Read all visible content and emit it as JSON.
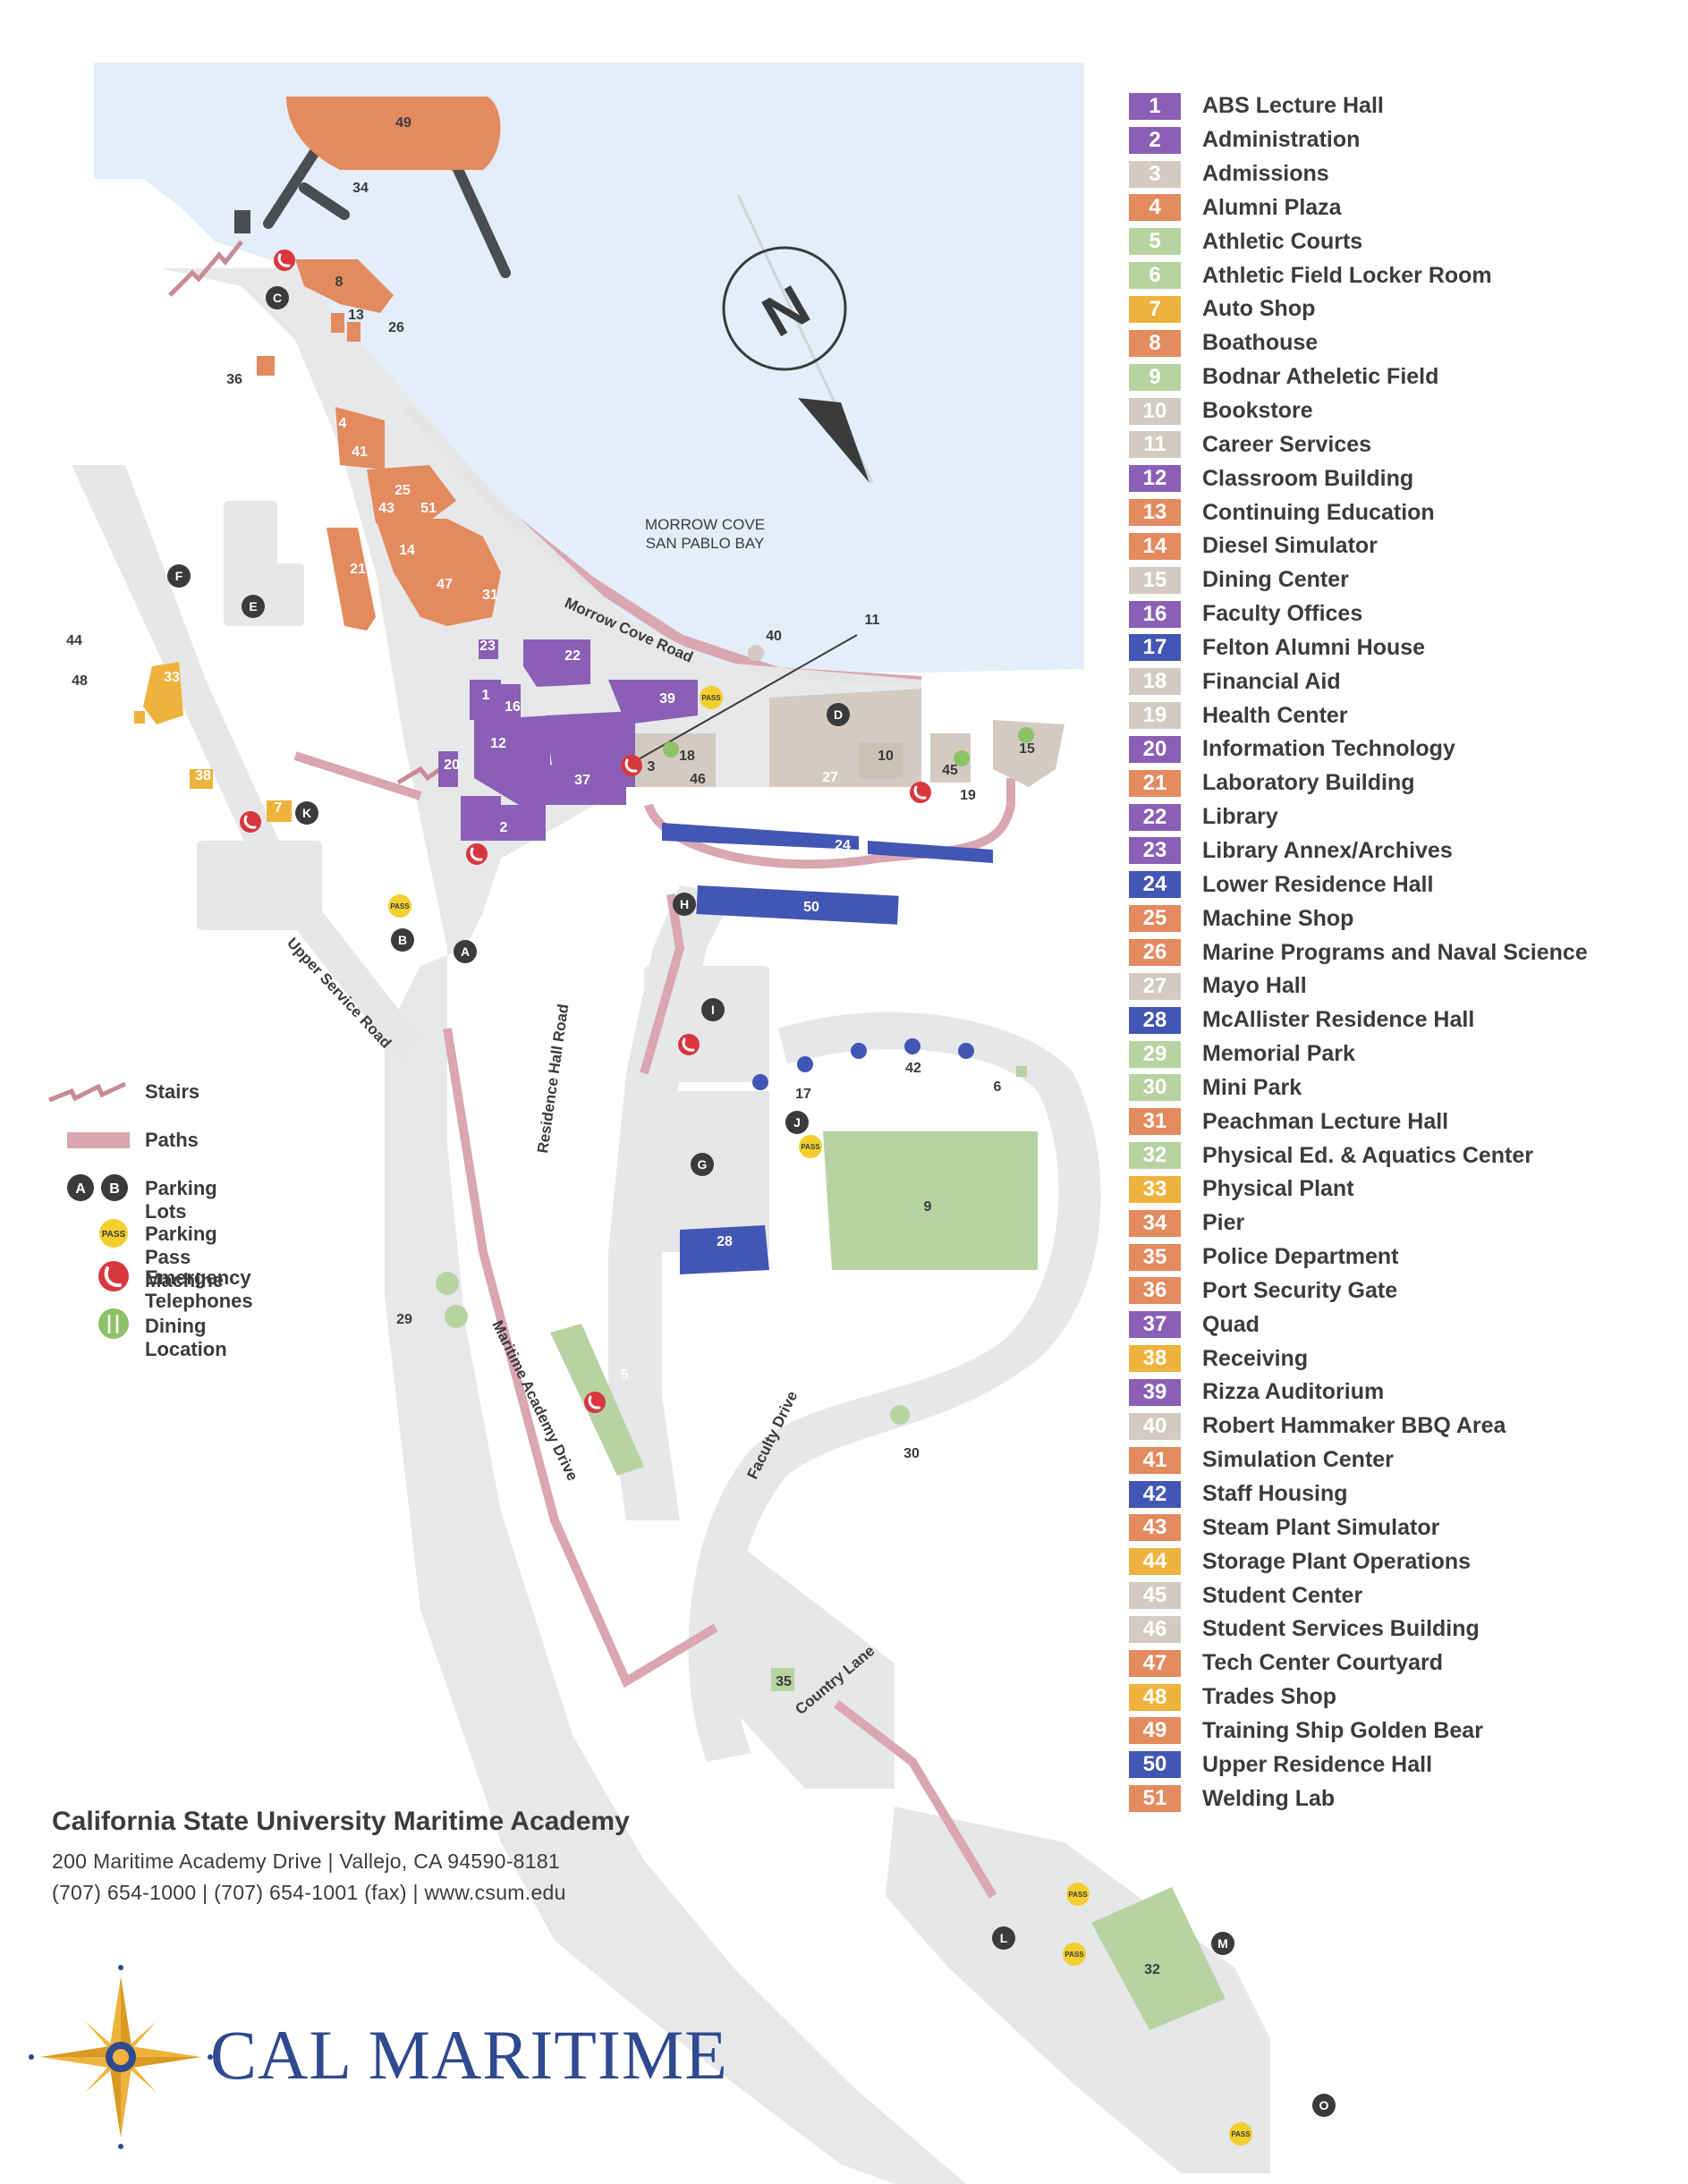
{
  "colors": {
    "water": "#e3eef8",
    "road": "#e6e7e9",
    "path": "#d9a6b2",
    "orange": "#e48a5f",
    "purple": "#8a5fb5",
    "blue": "#4256b5",
    "tan": "#d3cbc2",
    "green": "#b7d3a2",
    "yellow": "#efb33d",
    "pier": "#4a4d51",
    "lot": "#3a3b3d",
    "pass": "#f2cf2e",
    "phone": "#d8373f",
    "dining": "#8dc267",
    "brand": "#2f4a8f"
  },
  "map": {
    "water_label_1": "MORROW COVE",
    "water_label_2": "SAN PABLO BAY",
    "compass_letter": "N",
    "road_labels": {
      "morrow_cove": "Morrow Cove Road",
      "upper_service": "Upper Service Road",
      "residence_hall": "Residence Hall Road",
      "maritime_academy": "Maritime Academy Drive",
      "faculty": "Faculty Drive",
      "country": "Country Lane"
    },
    "parking_lots": [
      "A",
      "B",
      "C",
      "D",
      "E",
      "F",
      "G",
      "H",
      "I",
      "J",
      "K",
      "L",
      "M",
      "O"
    ],
    "building_numbers": [
      "1",
      "2",
      "3",
      "4",
      "5",
      "6",
      "7",
      "8",
      "9",
      "10",
      "11",
      "12",
      "13",
      "14",
      "15",
      "16",
      "17",
      "18",
      "19",
      "20",
      "21",
      "22",
      "23",
      "24",
      "25",
      "26",
      "27",
      "28",
      "29",
      "30",
      "31",
      "32",
      "33",
      "34",
      "35",
      "36",
      "37",
      "38",
      "39",
      "40",
      "41",
      "42",
      "43",
      "44",
      "45",
      "46",
      "47",
      "48",
      "49",
      "50",
      "51"
    ],
    "pass_label": "PASS"
  },
  "legend": [
    {
      "num": "1",
      "name": "ABS Lecture Hall",
      "color": "#8a5fb5"
    },
    {
      "num": "2",
      "name": "Administration",
      "color": "#8a5fb5"
    },
    {
      "num": "3",
      "name": "Admissions",
      "color": "#d3cbc2"
    },
    {
      "num": "4",
      "name": "Alumni Plaza",
      "color": "#e48a5f"
    },
    {
      "num": "5",
      "name": "Athletic Courts",
      "color": "#b7d3a2"
    },
    {
      "num": "6",
      "name": "Athletic Field Locker Room",
      "color": "#b7d3a2"
    },
    {
      "num": "7",
      "name": "Auto Shop",
      "color": "#efb33d"
    },
    {
      "num": "8",
      "name": "Boathouse",
      "color": "#e48a5f"
    },
    {
      "num": "9",
      "name": "Bodnar Atheletic Field",
      "color": "#b7d3a2"
    },
    {
      "num": "10",
      "name": "Bookstore",
      "color": "#d3cbc2"
    },
    {
      "num": "11",
      "name": "Career Services",
      "color": "#d3cbc2"
    },
    {
      "num": "12",
      "name": "Classroom Building",
      "color": "#8a5fb5"
    },
    {
      "num": "13",
      "name": "Continuing Education",
      "color": "#e48a5f"
    },
    {
      "num": "14",
      "name": "Diesel Simulator",
      "color": "#e48a5f"
    },
    {
      "num": "15",
      "name": "Dining Center",
      "color": "#d3cbc2"
    },
    {
      "num": "16",
      "name": "Faculty Offices",
      "color": "#8a5fb5"
    },
    {
      "num": "17",
      "name": "Felton Alumni House",
      "color": "#4256b5"
    },
    {
      "num": "18",
      "name": "Financial Aid",
      "color": "#d3cbc2"
    },
    {
      "num": "19",
      "name": "Health Center",
      "color": "#d3cbc2"
    },
    {
      "num": "20",
      "name": "Information Technology",
      "color": "#8a5fb5"
    },
    {
      "num": "21",
      "name": "Laboratory Building",
      "color": "#e48a5f"
    },
    {
      "num": "22",
      "name": "Library",
      "color": "#8a5fb5"
    },
    {
      "num": "23",
      "name": "Library Annex/Archives",
      "color": "#8a5fb5"
    },
    {
      "num": "24",
      "name": "Lower Residence Hall",
      "color": "#4256b5"
    },
    {
      "num": "25",
      "name": "Machine Shop",
      "color": "#e48a5f"
    },
    {
      "num": "26",
      "name": "Marine Programs and Naval Science",
      "color": "#e48a5f"
    },
    {
      "num": "27",
      "name": "Mayo Hall",
      "color": "#d3cbc2"
    },
    {
      "num": "28",
      "name": "McAllister Residence Hall",
      "color": "#4256b5"
    },
    {
      "num": "29",
      "name": "Memorial Park",
      "color": "#b7d3a2"
    },
    {
      "num": "30",
      "name": "Mini Park",
      "color": "#b7d3a2"
    },
    {
      "num": "31",
      "name": "Peachman Lecture Hall",
      "color": "#e48a5f"
    },
    {
      "num": "32",
      "name": "Physical Ed. & Aquatics Center",
      "color": "#b7d3a2"
    },
    {
      "num": "33",
      "name": "Physical Plant",
      "color": "#efb33d"
    },
    {
      "num": "34",
      "name": "Pier",
      "color": "#e48a5f"
    },
    {
      "num": "35",
      "name": "Police Department",
      "color": "#e48a5f"
    },
    {
      "num": "36",
      "name": "Port Security Gate",
      "color": "#e48a5f"
    },
    {
      "num": "37",
      "name": "Quad",
      "color": "#8a5fb5"
    },
    {
      "num": "38",
      "name": "Receiving",
      "color": "#efb33d"
    },
    {
      "num": "39",
      "name": "Rizza Auditorium",
      "color": "#8a5fb5"
    },
    {
      "num": "40",
      "name": "Robert Hammaker BBQ Area",
      "color": "#d3cbc2"
    },
    {
      "num": "41",
      "name": "Simulation Center",
      "color": "#e48a5f"
    },
    {
      "num": "42",
      "name": "Staff Housing",
      "color": "#4256b5"
    },
    {
      "num": "43",
      "name": "Steam Plant Simulator",
      "color": "#e48a5f"
    },
    {
      "num": "44",
      "name": "Storage Plant Operations",
      "color": "#efb33d"
    },
    {
      "num": "45",
      "name": "Student Center",
      "color": "#d3cbc2"
    },
    {
      "num": "46",
      "name": "Student Services Building",
      "color": "#d3cbc2"
    },
    {
      "num": "47",
      "name": "Tech Center Courtyard",
      "color": "#e48a5f"
    },
    {
      "num": "48",
      "name": "Trades Shop",
      "color": "#efb33d"
    },
    {
      "num": "49",
      "name": "Training Ship Golden Bear",
      "color": "#e48a5f"
    },
    {
      "num": "50",
      "name": "Upper Residence Hall",
      "color": "#4256b5"
    },
    {
      "num": "51",
      "name": "Welding Lab",
      "color": "#e48a5f"
    }
  ],
  "key": {
    "stairs": "Stairs",
    "paths": "Paths",
    "parking_lots": "Parking Lots",
    "parking_lot_a": "A",
    "parking_lot_b": "B",
    "parking_pass_machine": "Parking Pass Machine",
    "pass": "PASS",
    "emergency_telephones": "Emergency Telephones",
    "dining_location": "Dining Location"
  },
  "address": {
    "title": "California State University Maritime Academy",
    "line1": "200 Maritime Academy Drive  |  Vallejo, CA  94590-8181",
    "line2": "(707) 654-1000  |  (707) 654-1001 (fax)  |  www.csum.edu"
  },
  "logo": {
    "text": "CAL MARITIME"
  }
}
